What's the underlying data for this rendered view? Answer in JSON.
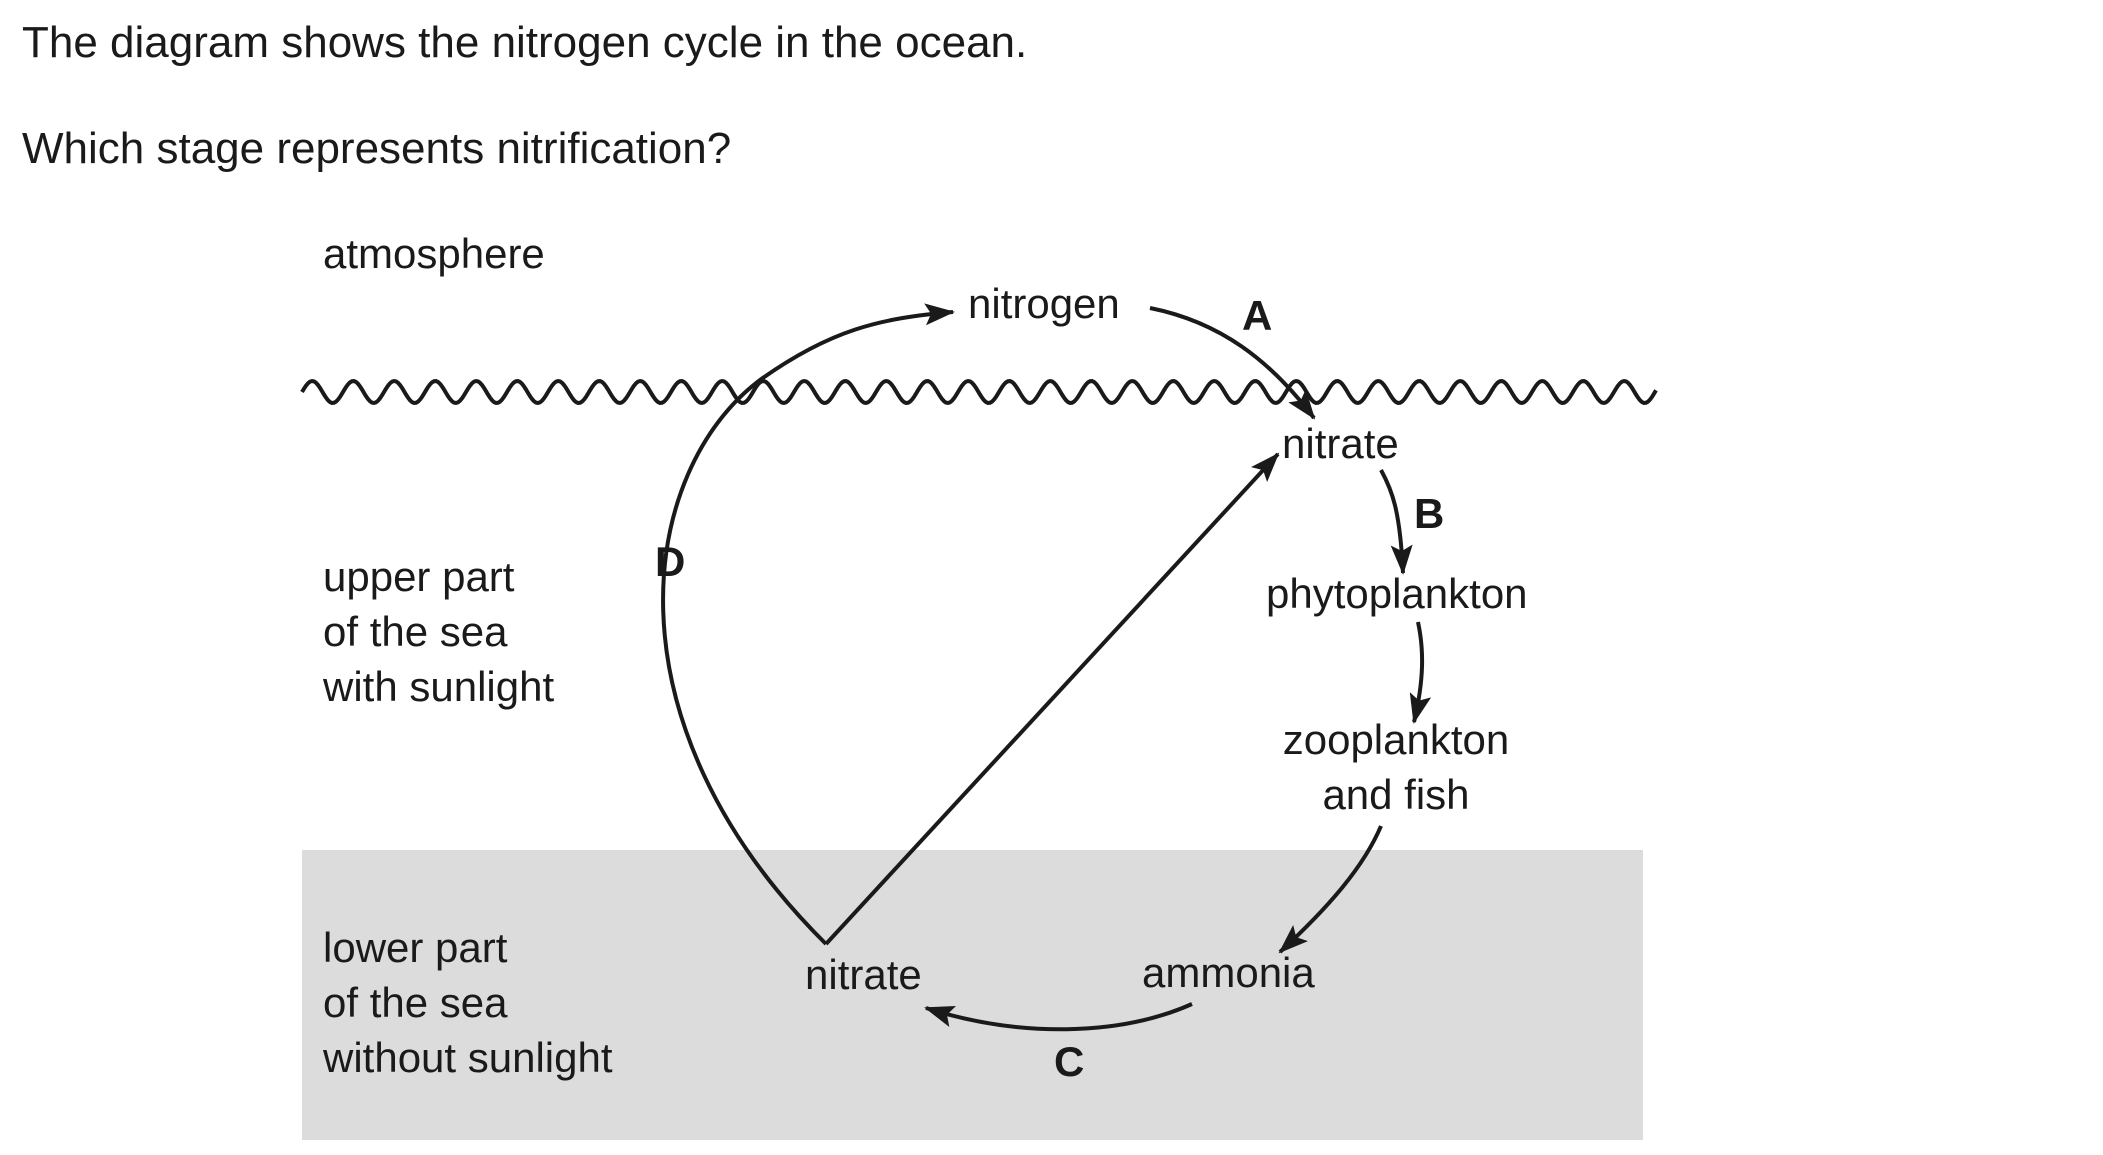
{
  "question": {
    "line1": "The diagram shows the nitrogen cycle in the ocean.",
    "line2": "Which stage represents nitrification?"
  },
  "zones": {
    "atmosphere": "atmosphere",
    "upper": [
      "upper part",
      "of the sea",
      "with sunlight"
    ],
    "lower": [
      "lower part",
      "of the sea",
      "without sunlight"
    ]
  },
  "nodes": {
    "nitrogen": "nitrogen",
    "nitrate_upper": "nitrate",
    "phytoplankton": "phytoplankton",
    "zooplankton": [
      "zooplankton",
      "and fish"
    ],
    "ammonia": "ammonia",
    "nitrate_lower": "nitrate"
  },
  "stages": {
    "A": "A",
    "B": "B",
    "C": "C",
    "D": "D"
  },
  "colors": {
    "ink": "#1a1a1a",
    "deep_water": "#dcdcdc"
  }
}
